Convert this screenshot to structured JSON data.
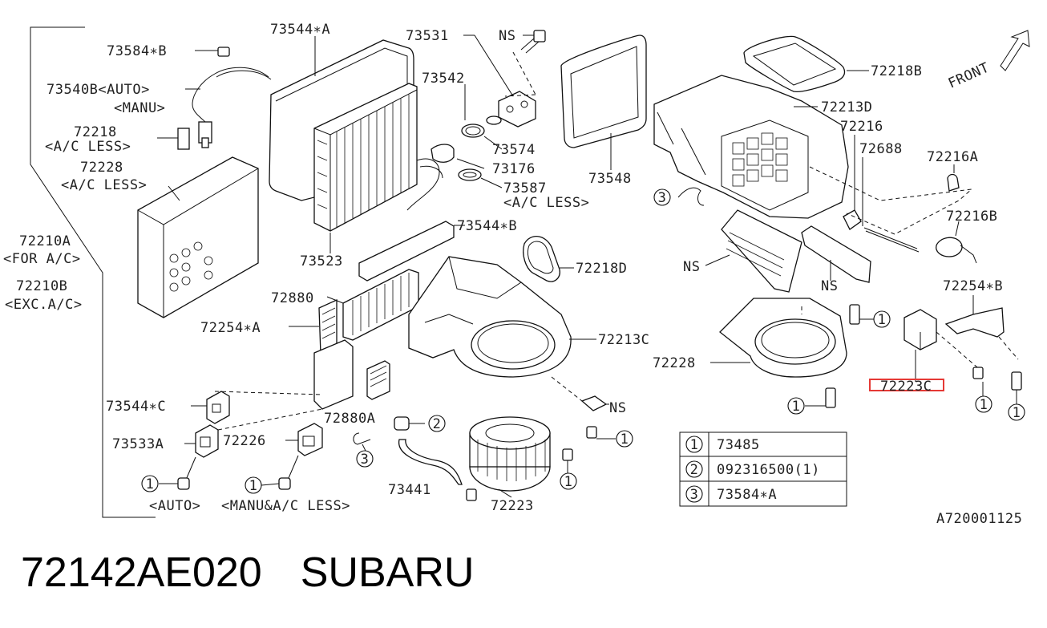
{
  "labels": {
    "p73584b": "73584∗B",
    "p73540b": "73540B<AUTO>",
    "manu": "<MANU>",
    "p72218": "72218",
    "ac_less_1": "<A/C LESS>",
    "p72228_top": "72228",
    "ac_less_2": "<A/C LESS>",
    "p72210a": "72210A",
    "for_ac": "<FOR A/C>",
    "p72210b": "72210B",
    "exc_ac": "<EXC.A/C>",
    "p73544a": "73544∗A",
    "p73531": "73531",
    "ns_top": "NS",
    "p73542": "73542",
    "p73574": "73574",
    "p73176": "73176",
    "p73587": "73587",
    "ac_less_3": "<A/C LESS>",
    "p73523": "73523",
    "p73544b": "73544∗B",
    "p72218d": "72218D",
    "p72880": "72880",
    "p72254a": "72254∗A",
    "p72213c": "72213C",
    "p73544c": "73544∗C",
    "p73533a": "73533A",
    "p72226": "72226",
    "p72880a": "72880A",
    "p73441": "73441",
    "p72223": "72223",
    "ns_mid": "NS",
    "auto": "<AUTO>",
    "manu_ac_less": "<MANU&A/C LESS>",
    "p73548": "73548",
    "p72218b": "72218B",
    "p72213d": "72213D",
    "p72216": "72216",
    "p72688": "72688",
    "p72216a": "72216A",
    "p72216b": "72216B",
    "ns_filter": "NS",
    "ns_flap": "NS",
    "p72254b": "72254∗B",
    "p72228_mid": "72228",
    "p72223c": "72223C",
    "front": "FRONT",
    "diagram_code": "A720001125"
  },
  "callouts": {
    "c1": "1",
    "c2": "2",
    "c3": "3"
  },
  "legend": [
    {
      "num": "1",
      "part": "73485"
    },
    {
      "num": "2",
      "part": "092316500(1)"
    },
    {
      "num": "3",
      "part": "73584∗A"
    }
  ],
  "footer": {
    "part_number": "72142AE020",
    "brand": "SUBARU"
  },
  "colors": {
    "highlight": "#e53935",
    "lines": "#111111"
  }
}
